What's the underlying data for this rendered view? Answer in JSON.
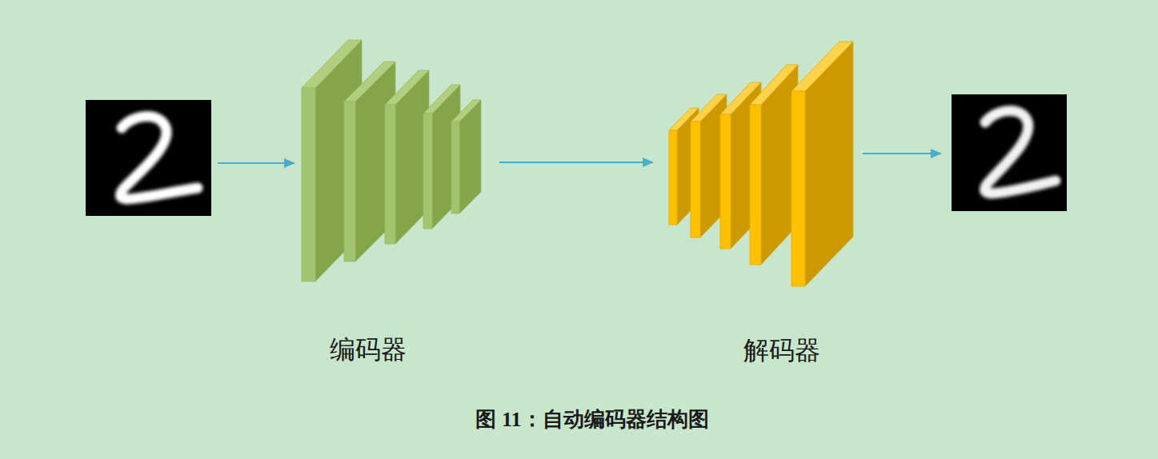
{
  "diagram": {
    "caption": "图 11：自动编码器结构图",
    "nodes": [
      {
        "text": [
          "编码器"
        ]
      },
      {
        "text": [
          "解码器"
        ]
      }
    ],
    "edges": [
      {
        "from": 0,
        "to": 1,
        "arrow": "to"
      }
    ]
  }
}
